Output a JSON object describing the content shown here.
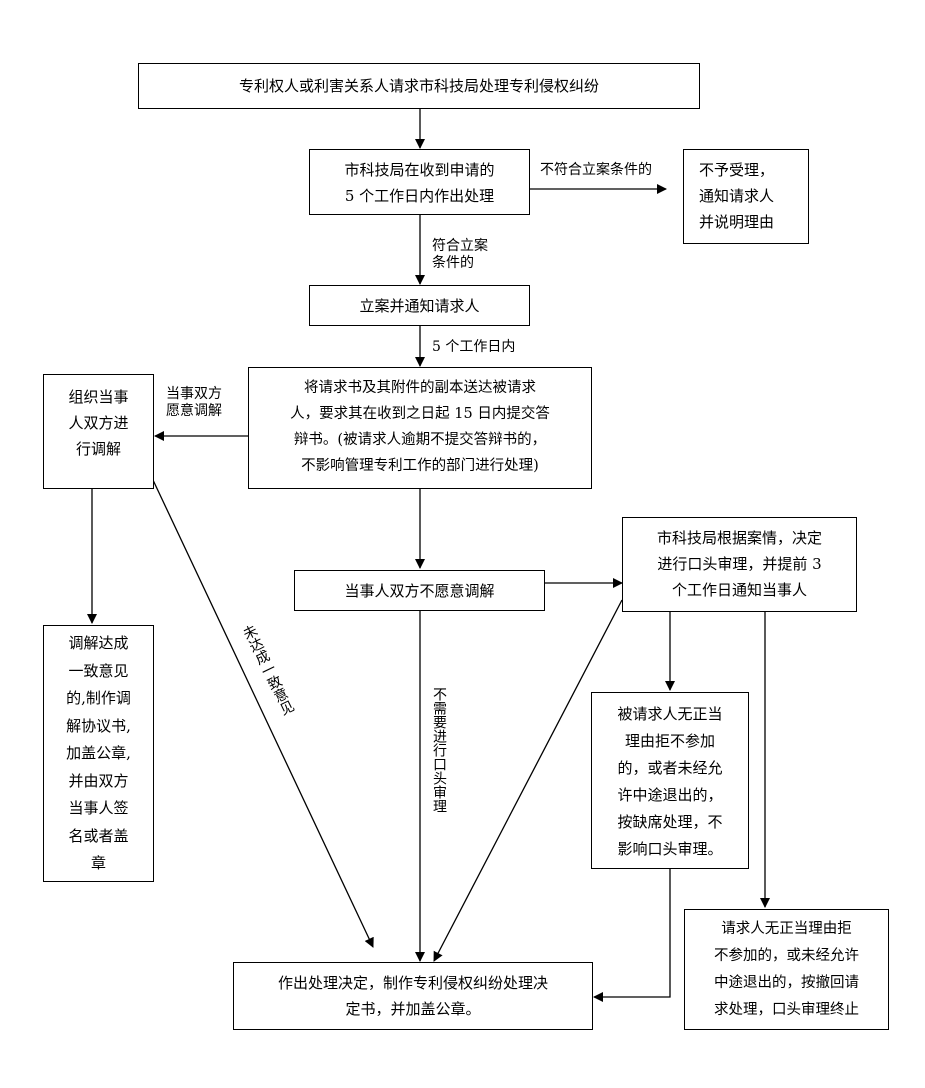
{
  "nodes": {
    "request": "专利权人或利害关系人请求市科技局处理专利侵权纠纷",
    "process5days": "市科技局在收到申请的\n5 个工作日内作出处理",
    "reject": "不予受理，\n通知请求人\n并说明理由",
    "register": "立案并通知请求人",
    "deliver": "将请求书及其附件的副本送达被请求\n人，要求其在收到之日起 15 日内提交答\n辩书。(被请求人逾期不提交答辩书的，\n不影响管理专利工作的部门进行处理)",
    "mediate": "组织当事\n人双方进\n行调解",
    "noMediation": "当事人双方不愿意调解",
    "oralHearing": "市科技局根据案情，决定\n进行口头审理，并提前 3\n个工作日通知当事人",
    "agreement": "调解达成\n一致意见\n的,制作调\n解协议书,\n加盖公章,\n并由双方\n当事人签\n名或者盖\n章",
    "respondentAbsent": "被请求人无正当\n理由拒不参加\n的，或者未经允\n许中途退出的，\n按缺席处理，不\n影响口头审理。",
    "requesterAbsent": "请求人无正当理由拒\n不参加的，或未经允许\n中途退出的，按撤回请\n求处理，口头审理终止",
    "decision": "作出处理决定，制作专利侵权纠纷处理决\n定书，并加盖公章。"
  },
  "edges": {
    "notQualified": "不符合立案条件的",
    "qualified": "符合立案\n条件的",
    "fiveDays": "5 个工作日内",
    "willingMediate": "当事双方\n愿意调解",
    "noAgreement": "未达成一致意见",
    "noOralHearing": "不需要进行口头审理"
  }
}
